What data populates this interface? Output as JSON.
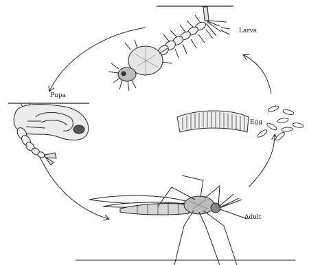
{
  "stages": {
    "larva": "Larva",
    "pupa": "Pupa",
    "egg": "Egg",
    "adult": "Adult"
  }
}
